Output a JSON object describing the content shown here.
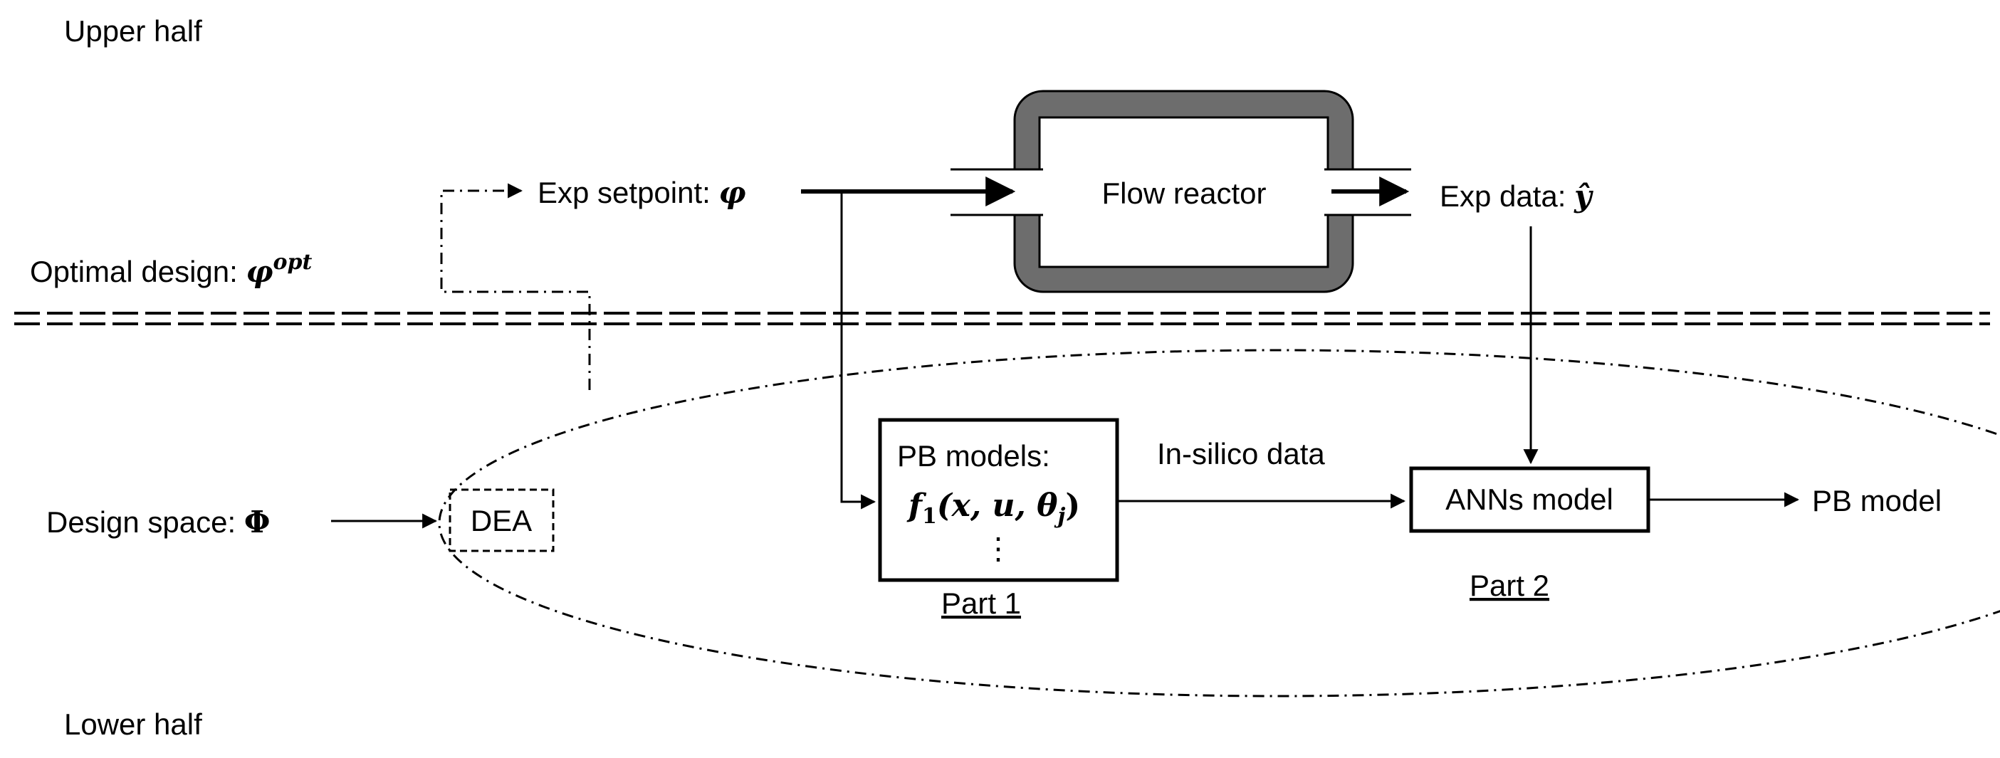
{
  "labels": {
    "upper_half": "Upper half",
    "lower_half": "Lower half",
    "exp_setpoint": "Exp setpoint: ",
    "phi_symbol": "φ",
    "optimal_design": "Optimal design: ",
    "opt_superscript": "opt",
    "flow_reactor": "Flow reactor",
    "exp_data": "Exp data: ",
    "y_hat_symbol": "ŷ",
    "design_space": "Design space: ",
    "Phi_symbol": "Φ",
    "dea": "DEA",
    "pb_models": "PB models:",
    "pb_function": "f",
    "pb_function_sub": "1",
    "pb_function_args": "(x, u, θ",
    "pb_function_args_sub": "j",
    "pb_function_close": ")",
    "vdots": "⋮",
    "in_silico_data": "In-silico data",
    "anns_model": "ANNs model",
    "pb_model_output": "PB model",
    "part1": "Part 1",
    "part2": "Part 2"
  },
  "colors": {
    "reactor_wall": "#6d6d6d",
    "stroke": "#000000"
  }
}
